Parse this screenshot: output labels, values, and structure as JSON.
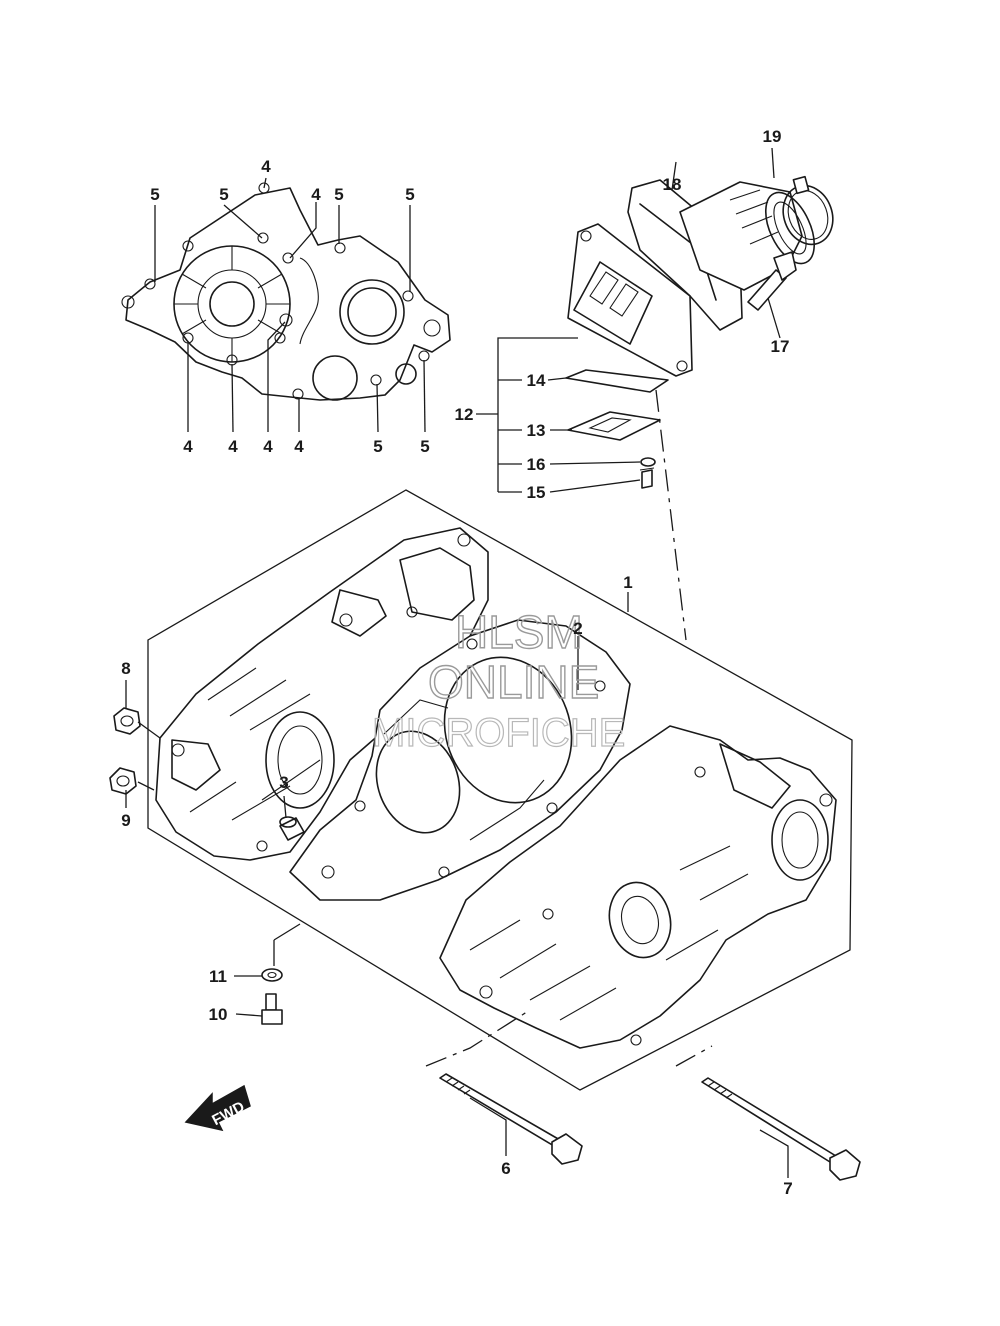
{
  "watermark": {
    "line1": "HLSM",
    "line2": "ONLINE",
    "line3": "MICROFICHE"
  },
  "direction_arrow": {
    "label": "FWD"
  },
  "callouts": {
    "c1": "1",
    "c2": "2",
    "c3": "3",
    "c4": "4",
    "c5": "5",
    "c6": "6",
    "c7": "7",
    "c8": "8",
    "c9": "9",
    "c10": "10",
    "c11": "11",
    "c12": "12",
    "c13": "13",
    "c14": "14",
    "c15": "15",
    "c16": "16",
    "c17": "17",
    "c18": "18",
    "c19": "19"
  },
  "icons": {
    "direction": "forward-arrow-icon"
  }
}
